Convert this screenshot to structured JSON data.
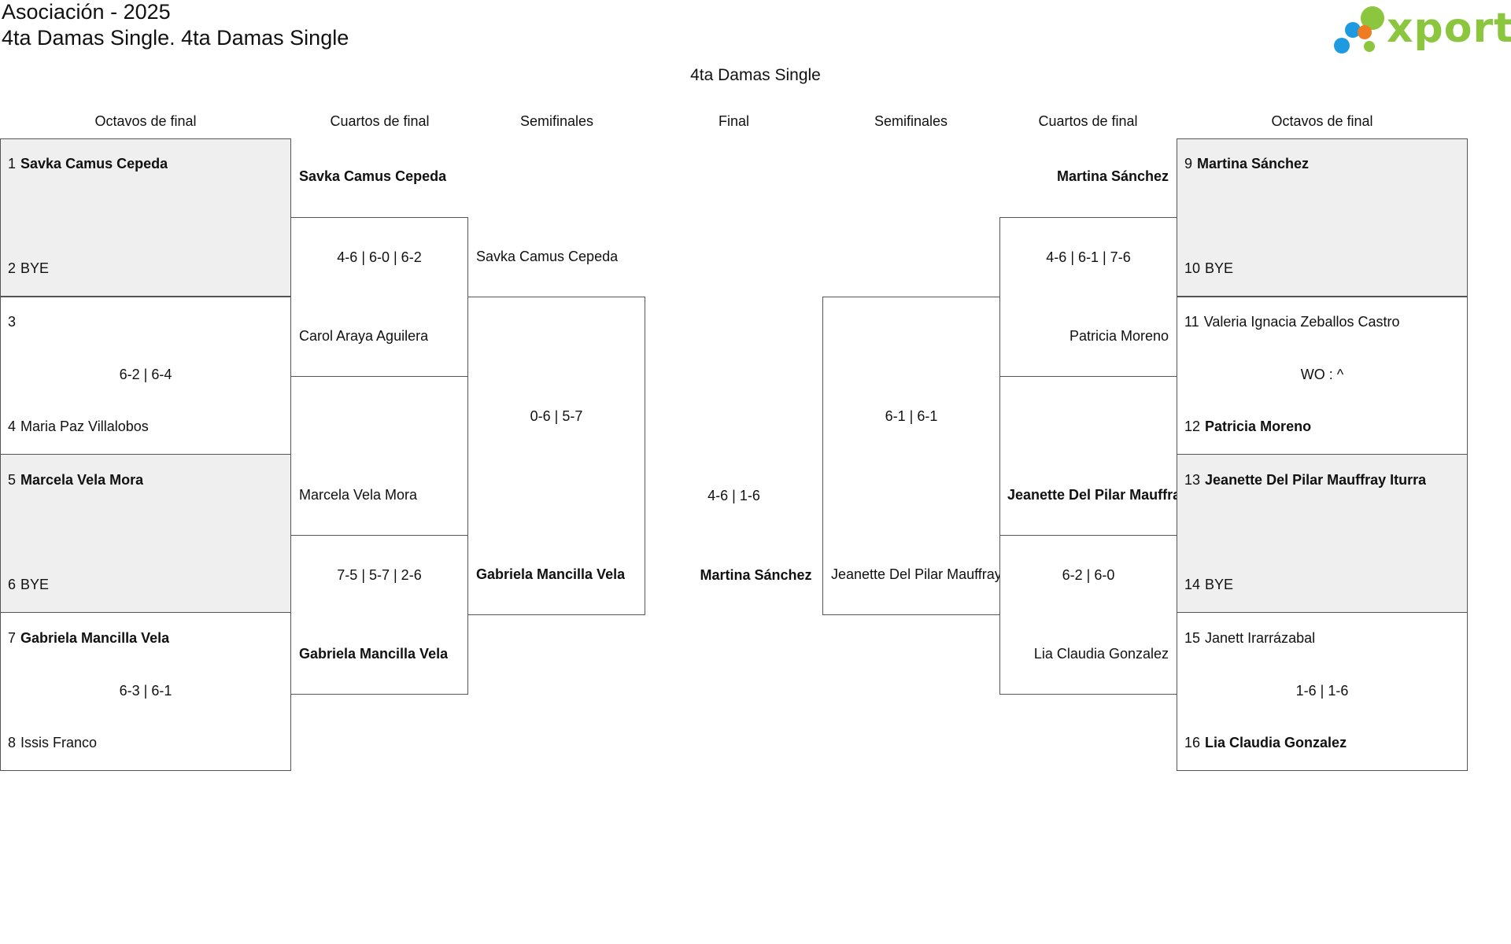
{
  "header": {
    "line1": "Asociación - 2025",
    "line2": "4ta Damas Single. 4ta Damas Single"
  },
  "logo": {
    "text": "xporty",
    "colors": {
      "green": "#8cc63f",
      "blue": "#1e9be0",
      "orange": "#f07c22"
    }
  },
  "bracket_title": "4ta Damas Single",
  "rounds": {
    "left": [
      "Octavos de final",
      "Cuartos de final",
      "Semifinales"
    ],
    "final": "Final",
    "right": [
      "Semifinales",
      "Cuartos de final",
      "Octavos de final"
    ]
  },
  "left_r16": [
    {
      "top_seed": "1",
      "top": "Savka Camus Cepeda",
      "bottom_seed": "2",
      "bottom": "BYE",
      "score": ""
    },
    {
      "top_seed": "3",
      "top": "",
      "bottom_seed": "4",
      "bottom": "Maria Paz Villalobos",
      "score": "6-2 | 6-4"
    },
    {
      "top_seed": "5",
      "top": "Marcela Vela Mora",
      "bottom_seed": "6",
      "bottom": "BYE",
      "score": ""
    },
    {
      "top_seed": "7",
      "top": "Gabriela Mancilla Vela",
      "bottom_seed": "8",
      "bottom": "Issis Franco",
      "score": "6-3 | 6-1"
    }
  ],
  "left_qf": [
    {
      "top": "Savka Camus Cepeda",
      "score": "4-6 | 6-0 | 6-2",
      "bottom": "Carol Araya Aguilera"
    },
    {
      "top": "Marcela Vela Mora",
      "score": "7-5 | 5-7 | 2-6",
      "bottom": "Gabriela Mancilla Vela"
    }
  ],
  "left_sf": {
    "top": "Savka Camus Cepeda",
    "score": "0-6 | 5-7",
    "bottom": "Gabriela Mancilla Vela"
  },
  "final": {
    "score": "4-6 | 1-6",
    "winner": "Martina Sánchez"
  },
  "right_sf": {
    "score": "6-1 | 6-1",
    "bottom": "Jeanette Del Pilar Mauffray Iturra"
  },
  "right_qf": [
    {
      "top": "Martina Sánchez",
      "score": "4-6 | 6-1 | 7-6",
      "bottom": "Patricia Moreno"
    },
    {
      "top": "Jeanette Del Pilar Mauffray Iturra",
      "score": "6-2 | 6-0",
      "bottom": "Lia Claudia Gonzalez"
    }
  ],
  "right_r16": [
    {
      "top_seed": "9",
      "top": "Martina Sánchez",
      "bottom_seed": "10",
      "bottom": "BYE",
      "score": ""
    },
    {
      "top_seed": "11",
      "top": "Valeria Ignacia Zeballos Castro",
      "bottom_seed": "12",
      "bottom": "Patricia Moreno",
      "score": "WO : ^"
    },
    {
      "top_seed": "13",
      "top": "Jeanette Del Pilar Mauffray Iturra",
      "bottom_seed": "14",
      "bottom": "BYE",
      "score": ""
    },
    {
      "top_seed": "15",
      "top": "Janett Irarrázabal",
      "bottom_seed": "16",
      "bottom": "Lia Claudia Gonzalez",
      "score": "1-6 | 1-6"
    }
  ]
}
